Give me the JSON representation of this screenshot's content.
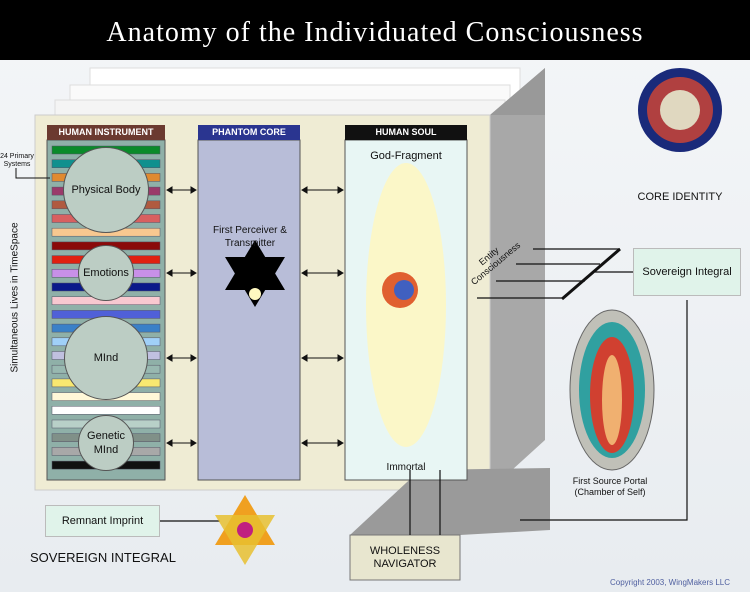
{
  "title": "Anatomy of the Individuated Consciousness",
  "columns": {
    "human_instrument": "HUMAN INSTRUMENT",
    "phantom_core": "PHANTOM CORE",
    "human_soul": "HUMAN SOUL"
  },
  "primary_systems": "24 Primary Systems",
  "stripe_colors": [
    "#0a8a2a",
    "#10908e",
    "#e08a30",
    "#9a3a6a",
    "#b05a40",
    "#d86060",
    "#f8c890",
    "#8a0a0a",
    "#e02010",
    "#c890e8",
    "#0a1a8a",
    "#f8c8d0",
    "#5060d8",
    "#3a80c8",
    "#a0d0f8",
    "#c0c0e0",
    "#98b8b0",
    "#f8e870",
    "#fff8d8",
    "#ffffff",
    "#b8d0c8",
    "#809088",
    "#a8a8a8",
    "#101010"
  ],
  "human_instrument": [
    "Physical Body",
    "Emotions",
    "MInd",
    "Genetic MInd"
  ],
  "phantom_core_label": "First Perceiver & Transmitter",
  "soul": {
    "top": "God-Fragment",
    "bottom": "Immortal"
  },
  "side_label": "Simultaneous Lives in TimeSpace",
  "entity_consciousness": "Entity Consciousness",
  "core_identity": "CORE IDENTITY",
  "sovereign_integral_box": "Sovereign Integral",
  "first_source_portal": "First Source Portal (Chamber of Self)",
  "remnant_imprint": "Remnant Imprint",
  "sovereign_integral_label": "SOVEREIGN INTEGRAL",
  "wholeness_navigator": "WHOLENESS NAVIGATOR",
  "copyright": "Copyright 2003, WingMakers LLC"
}
